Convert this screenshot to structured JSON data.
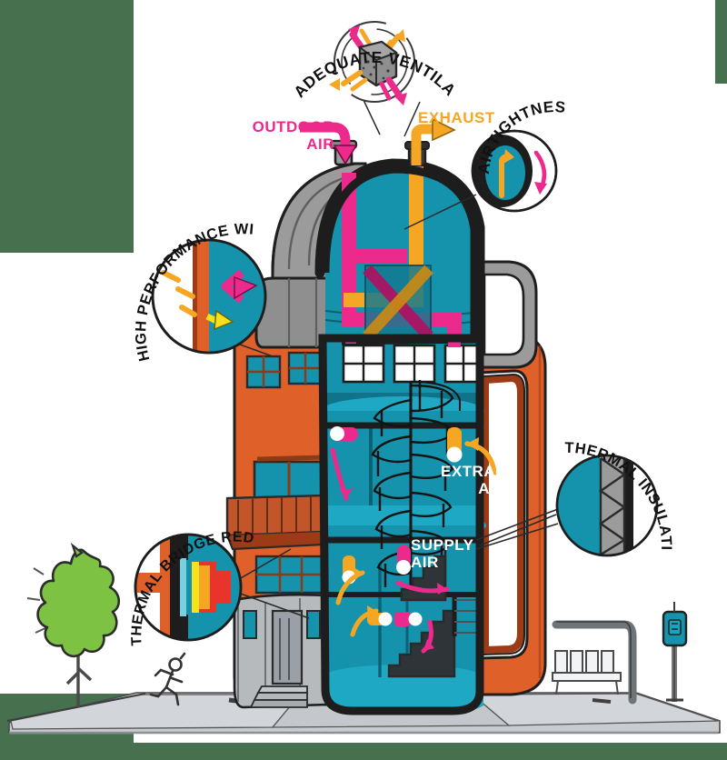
{
  "page": {
    "background_color": "#47704e",
    "panel_color": "#ffffff",
    "title": "Adequate Ventilation Strategy building cutaway infographic"
  },
  "palette": {
    "teal": "#1592ac",
    "teal_dark": "#12798f",
    "teal_light": "#1fa8c4",
    "orange": "#e0602a",
    "orange_dark": "#9d3b17",
    "pink": "#ec2a8c",
    "amber": "#f5a623",
    "gray": "#9b9b9b",
    "gray_dark": "#6d6d6d",
    "ink": "#1a1a1a",
    "green": "#7dc242",
    "red": "#e8342a",
    "yellow": "#f7e21c"
  },
  "badge": {
    "title": "ADEQUATE VENTILATION STRATEGY",
    "icon": "heat-recovery-unit-icon"
  },
  "flow_labels": {
    "outdoor_air": "OUTDOOR\nAIR",
    "exhaust": "EXHAUST",
    "extract_air": "EXTRACT\nAIR",
    "supply_air": "SUPPLY\nAIR"
  },
  "callouts": [
    {
      "id": "airtightness",
      "label": "AIRTIGHTNESS",
      "icon": "airtight-seal-icon"
    },
    {
      "id": "high-performance-windows",
      "label": "HIGH PERFORMANCE WINDOWS",
      "icon": "triple-glazing-icon"
    },
    {
      "id": "thermal-insulation",
      "label": "THERMAL INSULATION",
      "icon": "wall-insulation-layers-icon"
    },
    {
      "id": "thermal-bridge-reduced-design",
      "label": "THERMAL BRIDGE REDUCED DESIGN",
      "icon": "thermal-bridge-heatmap-icon"
    }
  ],
  "scene": {
    "tree": "street-tree",
    "runner": "running-person",
    "bench": "street-bench",
    "lamp_post": "street-lamp-post",
    "parking_meter": "parking-meter",
    "pavement": "sidewalk-paving",
    "building": "cutaway-apartment-building",
    "staircase": "spiral-staircase",
    "stairs": "straight-stairs",
    "heat_exchanger": "heat-exchanger-core"
  },
  "vents": [
    {
      "name": "extract-vent-upper",
      "color": "#f5a623"
    },
    {
      "name": "supply-vent-upper",
      "color": "#ec2a8c"
    },
    {
      "name": "supply-vent-lower",
      "color": "#ec2a8c"
    },
    {
      "name": "extract-vent-lower",
      "color": "#f5a623"
    },
    {
      "name": "extract-vent-basement",
      "color": "#f5a623"
    },
    {
      "name": "supply-vent-basement",
      "color": "#ec2a8c"
    }
  ]
}
